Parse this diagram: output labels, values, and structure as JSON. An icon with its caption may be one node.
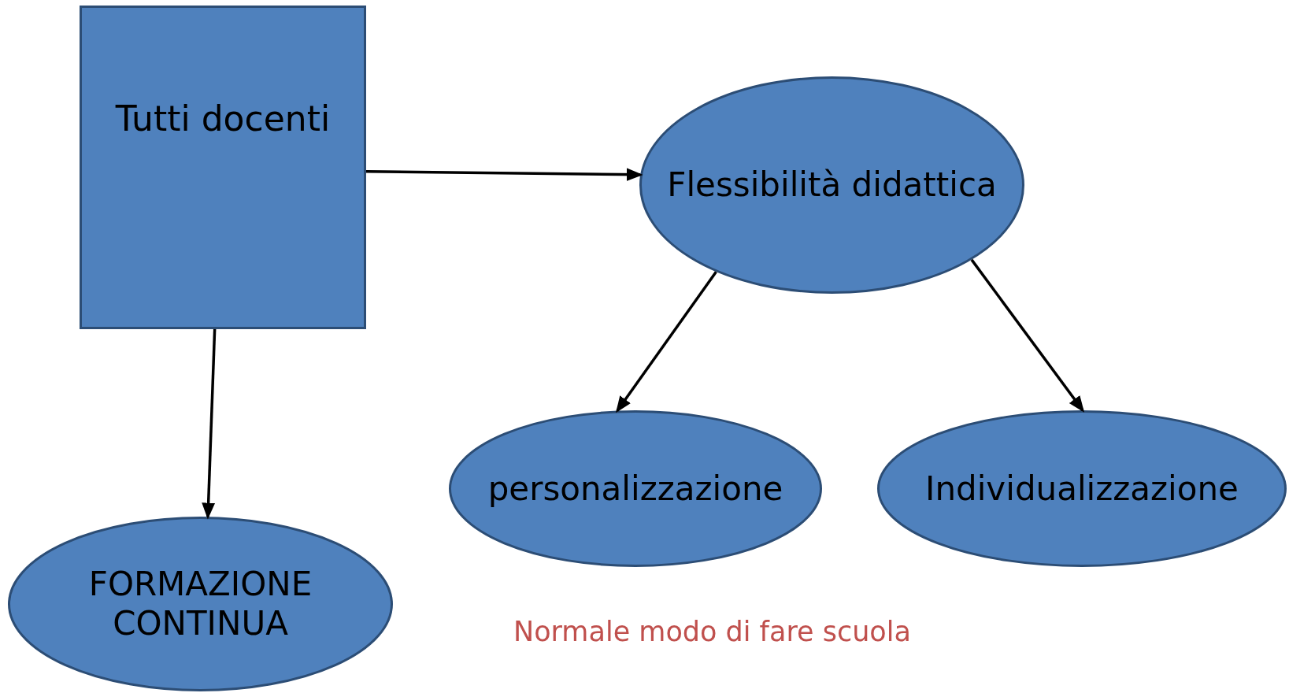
{
  "diagram": {
    "nodes": [
      {
        "text": [
          "Tutti docenti"
        ]
      },
      {
        "text": [
          "Flessibilità didattica"
        ]
      },
      {
        "text": [
          "personalizzazione"
        ]
      },
      {
        "text": [
          "Individualizzazione"
        ]
      },
      {
        "text": [
          "FORMAZIONE CONTINUA"
        ]
      }
    ],
    "edges": [
      {
        "from": 0,
        "to": 1,
        "arrow": "to"
      },
      {
        "from": 1,
        "to": 2,
        "arrow": "to"
      },
      {
        "from": 1,
        "to": 3,
        "arrow": "to"
      },
      {
        "from": 0,
        "to": 4,
        "arrow": "to"
      }
    ],
    "labels": [
      "Normale modo di fare scuola"
    ]
  }
}
